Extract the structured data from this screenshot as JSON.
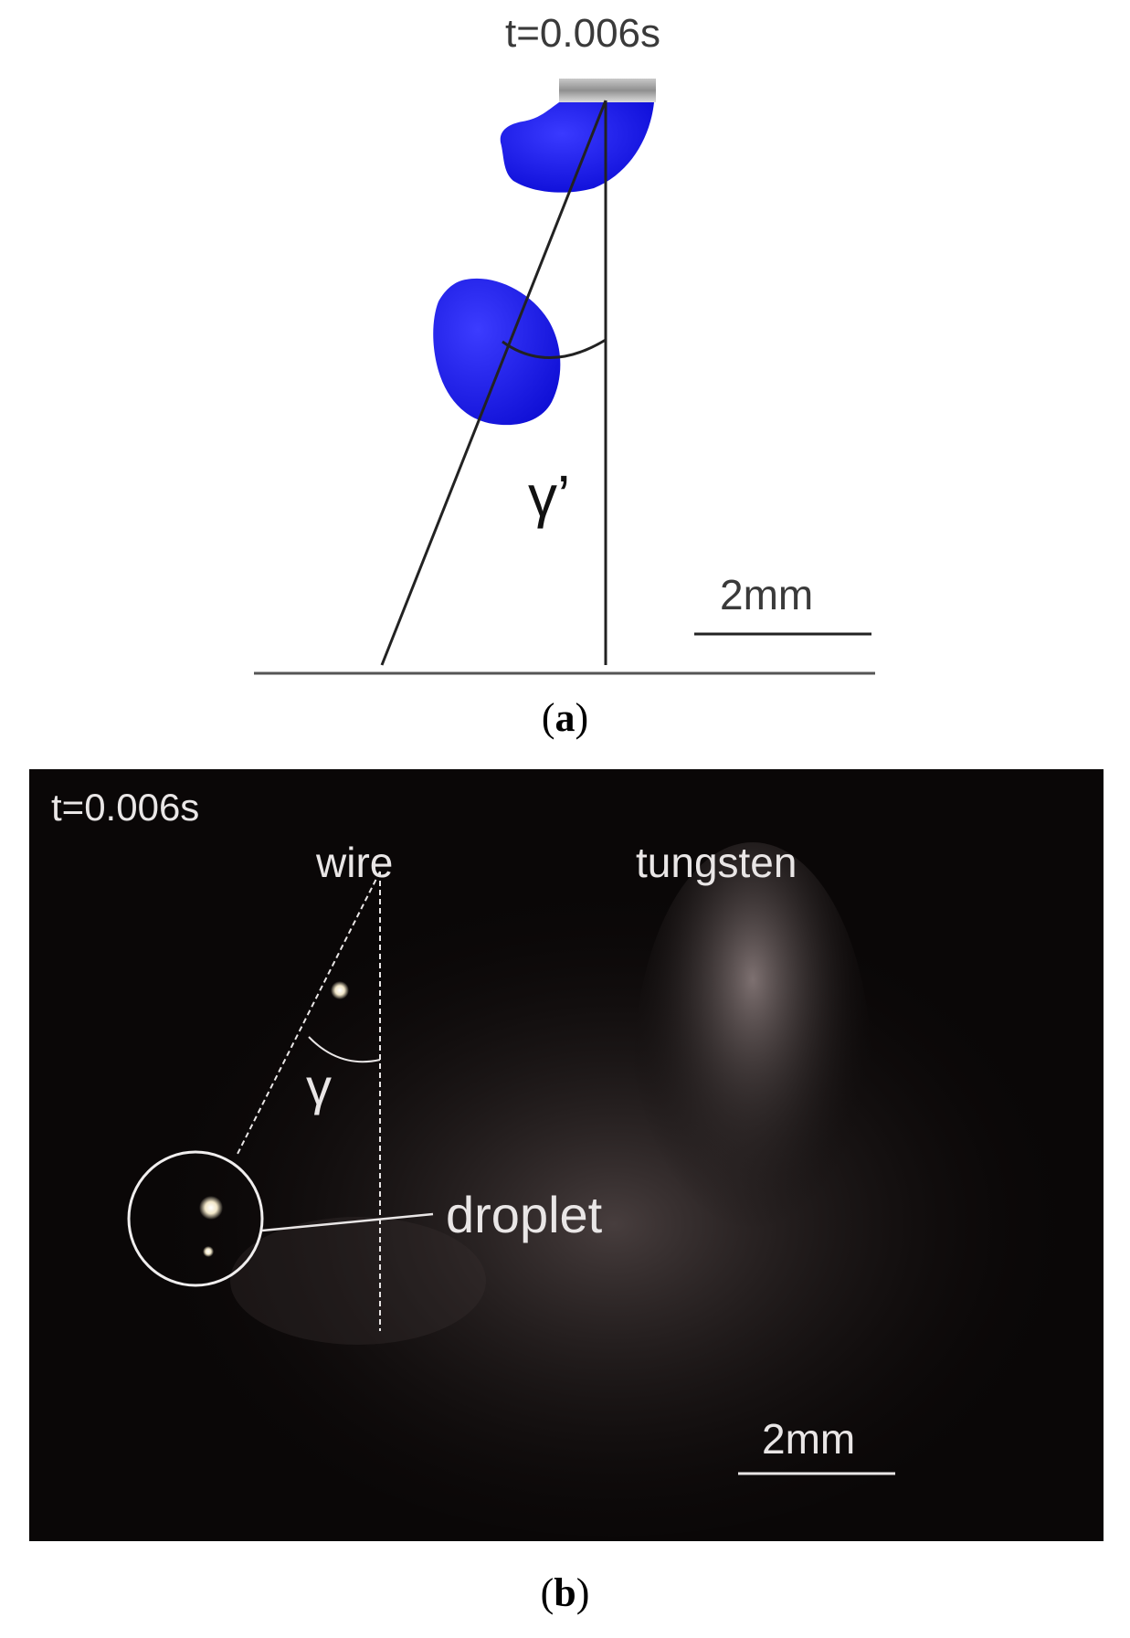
{
  "panel_a": {
    "time_label": "t=0.006s",
    "angle_label": "γ’",
    "scale_label": "2mm",
    "caption_letter": "a",
    "colors": {
      "droplet": "#1515e0",
      "droplet_highlight": "#4a4aff",
      "lines": "#222222",
      "nozzle": "#9a9a9a"
    }
  },
  "panel_b": {
    "time_label": "t=0.006s",
    "wire_label": "wire",
    "tungsten_label": "tungsten",
    "angle_label": "γ",
    "droplet_label": "droplet",
    "scale_label": "2mm",
    "caption_letter": "b",
    "colors": {
      "background": "#0a0707",
      "text": "#e9e6e6",
      "glow": "#8a7c7c"
    }
  }
}
